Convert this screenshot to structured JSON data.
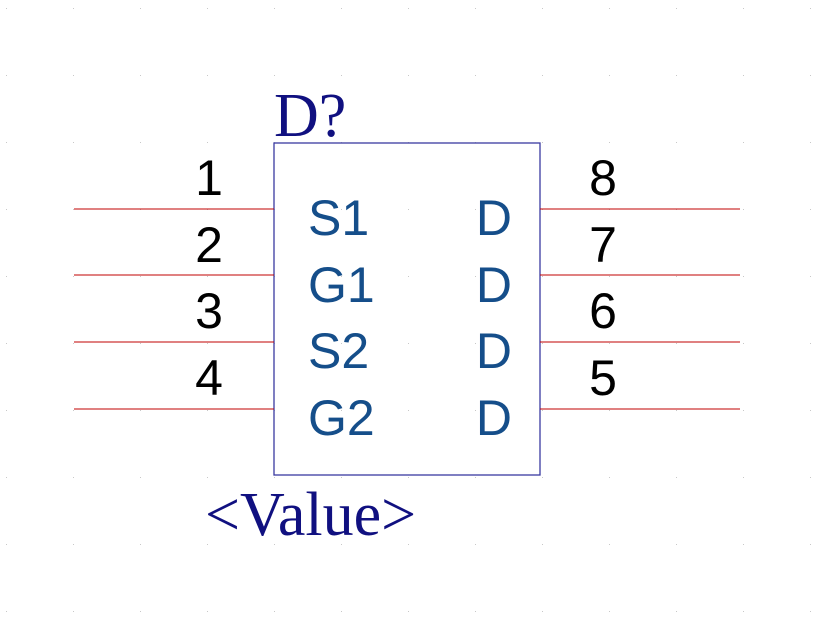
{
  "symbol": {
    "designator": "D?",
    "value": "<Value>"
  },
  "pins_left": [
    {
      "number": "1",
      "name": "S1"
    },
    {
      "number": "2",
      "name": "G1"
    },
    {
      "number": "3",
      "name": "S2"
    },
    {
      "number": "4",
      "name": "G2"
    }
  ],
  "pins_right": [
    {
      "number": "8",
      "name": "D"
    },
    {
      "number": "7",
      "name": "D"
    },
    {
      "number": "6",
      "name": "D"
    },
    {
      "number": "5",
      "name": "D"
    }
  ],
  "colors": {
    "background": "#ffffff",
    "grid_dot": "#c8c8c8",
    "body_outline": "#3a3aa0",
    "pin_line": "#c00000",
    "pin_number": "#000000",
    "pin_name": "#154e8a",
    "label": "#101080"
  }
}
